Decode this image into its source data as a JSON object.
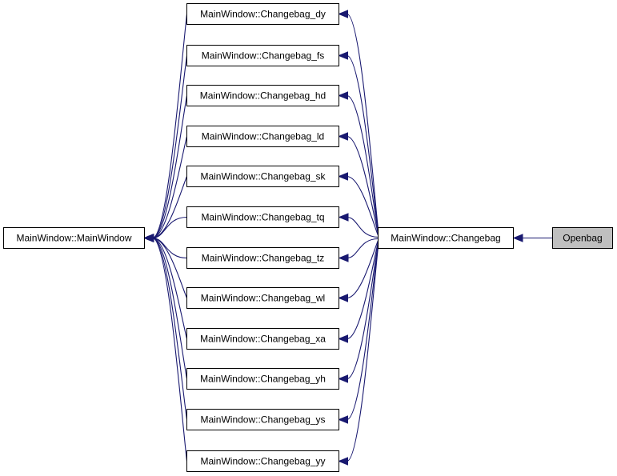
{
  "graph": {
    "nodes": {
      "mainwindow": "MainWindow::MainWindow",
      "dy": "MainWindow::Changebag_dy",
      "fs": "MainWindow::Changebag_fs",
      "hd": "MainWindow::Changebag_hd",
      "ld": "MainWindow::Changebag_ld",
      "sk": "MainWindow::Changebag_sk",
      "tq": "MainWindow::Changebag_tq",
      "tz": "MainWindow::Changebag_tz",
      "wl": "MainWindow::Changebag_wl",
      "xa": "MainWindow::Changebag_xa",
      "yh": "MainWindow::Changebag_yh",
      "ys": "MainWindow::Changebag_ys",
      "yy": "MainWindow::Changebag_yy",
      "changebag": "MainWindow::Changebag",
      "openbag": "Openbag"
    },
    "edges": [
      [
        "mainwindow",
        "dy"
      ],
      [
        "mainwindow",
        "fs"
      ],
      [
        "mainwindow",
        "hd"
      ],
      [
        "mainwindow",
        "ld"
      ],
      [
        "mainwindow",
        "sk"
      ],
      [
        "mainwindow",
        "tq"
      ],
      [
        "mainwindow",
        "tz"
      ],
      [
        "mainwindow",
        "wl"
      ],
      [
        "mainwindow",
        "xa"
      ],
      [
        "mainwindow",
        "yh"
      ],
      [
        "mainwindow",
        "ys"
      ],
      [
        "mainwindow",
        "yy"
      ],
      [
        "dy",
        "changebag"
      ],
      [
        "fs",
        "changebag"
      ],
      [
        "hd",
        "changebag"
      ],
      [
        "ld",
        "changebag"
      ],
      [
        "sk",
        "changebag"
      ],
      [
        "tq",
        "changebag"
      ],
      [
        "tz",
        "changebag"
      ],
      [
        "wl",
        "changebag"
      ],
      [
        "xa",
        "changebag"
      ],
      [
        "yh",
        "changebag"
      ],
      [
        "ys",
        "changebag"
      ],
      [
        "yy",
        "changebag"
      ],
      [
        "changebag",
        "openbag"
      ]
    ],
    "colors": {
      "edge": "#191970",
      "highlight_fill": "#bfbfbf"
    }
  }
}
